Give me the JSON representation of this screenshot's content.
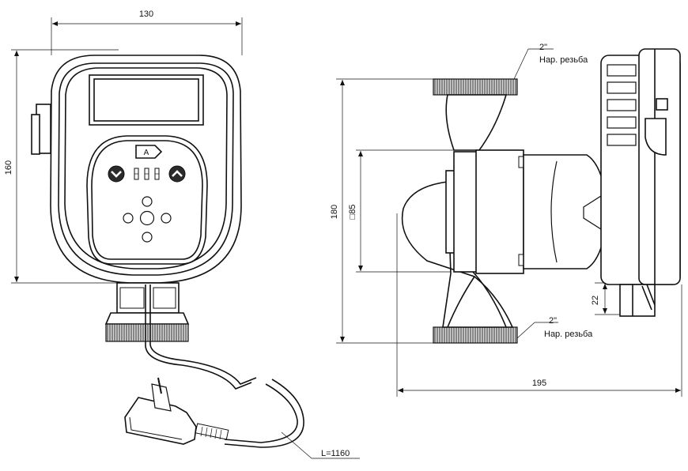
{
  "dimensions": {
    "front_width": "130",
    "front_height": "160",
    "side_height": "180",
    "side_square": "□85",
    "side_width": "195",
    "side_offset": "22",
    "cable_length": "L=1160"
  },
  "thread_labels": {
    "top_size": "2\"",
    "top_text": "Нар. резьба",
    "bottom_size": "2\"",
    "bottom_text": "Нар. резьба"
  },
  "control_panel": {
    "mode_label": "A"
  },
  "icons": {
    "down_button": "chevron-down-icon",
    "up_button": "chevron-up-icon",
    "plug": "power-plug-icon"
  }
}
